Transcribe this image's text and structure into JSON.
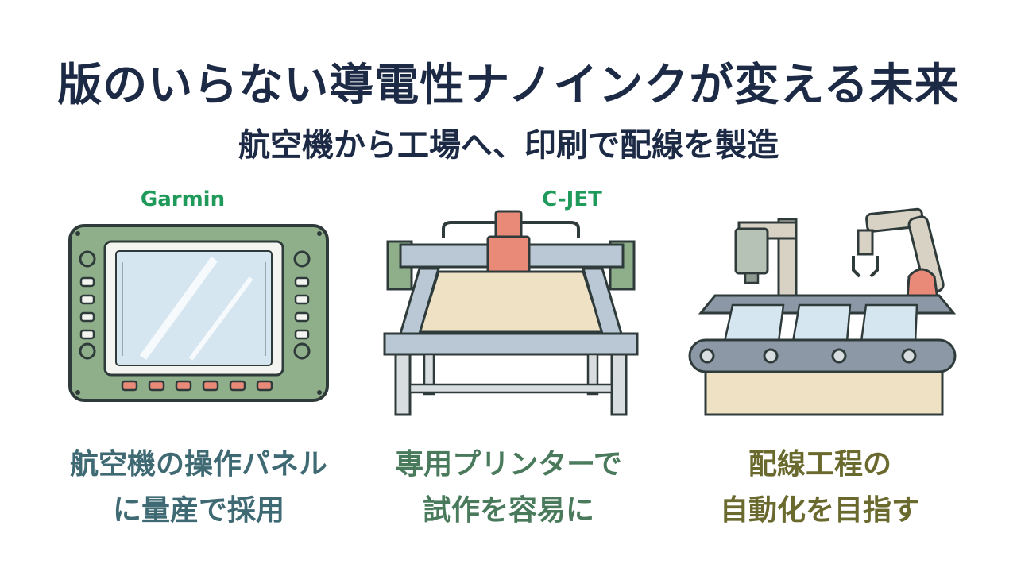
{
  "header": {
    "title": "版のいらない導電性ナノインクが変える未来",
    "subtitle": "航空機から工場へ、印刷で配線を製造"
  },
  "columns": [
    {
      "brand": "Garmin",
      "caption_line1": "航空機の操作パネル",
      "caption_line2": "に量産で採用",
      "caption_color": "#3f6a74",
      "illustration": "avionics-panel-icon"
    },
    {
      "brand": "C-JET",
      "caption_line1": "専用プリンターで",
      "caption_line2": "試作を容易に",
      "caption_color": "#4a7a5c",
      "illustration": "printer-icon"
    },
    {
      "brand": "",
      "caption_line1": "配線工程の",
      "caption_line2": "自動化を目指す",
      "caption_color": "#6b6a2e",
      "illustration": "conveyor-robot-icon"
    }
  ],
  "colors": {
    "title": "#1c2a45",
    "brand": "#1f9a5a",
    "panel_green": "#8fae8a",
    "screen_blue": "#d6e6f0",
    "accent_salmon": "#e98a78",
    "machine_blue": "#b9c8d4",
    "wood": "#efe1c4"
  }
}
